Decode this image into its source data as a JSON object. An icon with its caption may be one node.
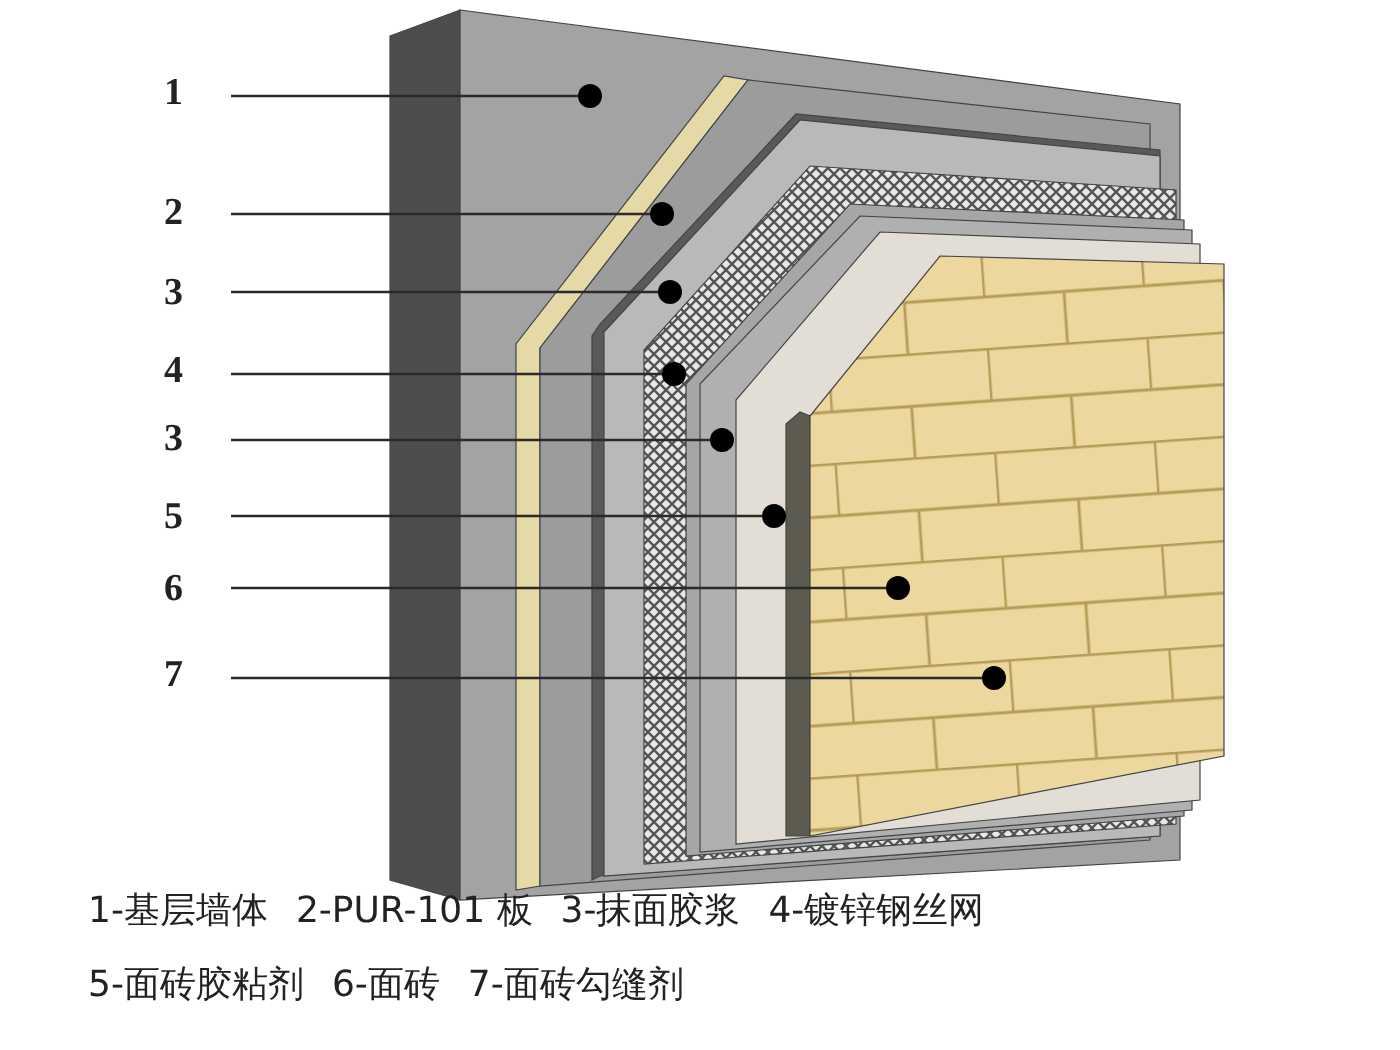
{
  "diagram": {
    "nodes": [
      {
        "text": [
          "1"
        ]
      },
      {
        "text": [
          "2"
        ]
      },
      {
        "text": [
          "3"
        ]
      },
      {
        "text": [
          "4"
        ]
      },
      {
        "text": [
          "3"
        ]
      },
      {
        "text": [
          "5"
        ]
      },
      {
        "text": [
          "6"
        ]
      },
      {
        "text": [
          "7"
        ]
      },
      {
        "text": [],
        "shape": "circle"
      },
      {
        "text": [],
        "shape": "circle"
      },
      {
        "text": [],
        "shape": "circle"
      },
      {
        "text": [],
        "shape": "circle"
      },
      {
        "text": [],
        "shape": "circle"
      },
      {
        "text": [],
        "shape": "circle"
      },
      {
        "text": [],
        "shape": "circle"
      },
      {
        "text": [],
        "shape": "circle"
      }
    ],
    "edges": [
      {
        "from": 0,
        "to": 8,
        "arrow": "none"
      },
      {
        "from": 1,
        "to": 9,
        "arrow": "none"
      },
      {
        "from": 2,
        "to": 10,
        "arrow": "none"
      },
      {
        "from": 3,
        "to": 11,
        "arrow": "none"
      },
      {
        "from": 4,
        "to": 12,
        "arrow": "none"
      },
      {
        "from": 5,
        "to": 13,
        "arrow": "none"
      },
      {
        "from": 6,
        "to": 14,
        "arrow": "none"
      },
      {
        "from": 7,
        "to": 15,
        "arrow": "none"
      }
    ],
    "labels": [
      "1-基层墙体",
      "2-PUR-101 板",
      "3-抹面胶浆",
      "4-镀锌钢丝网",
      "5-面砖胶粘剂",
      "6-面砖",
      "7-面砖勾缝剂"
    ]
  }
}
